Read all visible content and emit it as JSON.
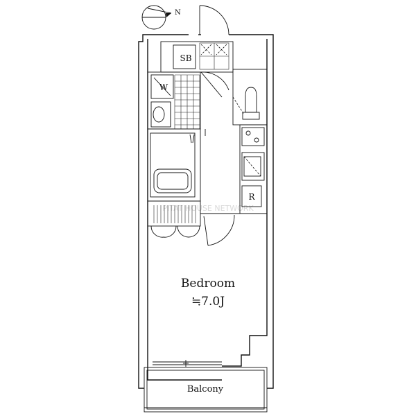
{
  "compass": {
    "north_label": "N",
    "icon": "north-arrow-icon"
  },
  "rooms": {
    "sb": "SB",
    "w": "W",
    "r": "R",
    "bedroom_name": "Bedroom",
    "bedroom_size": "≒7.0J",
    "balcony": "Balcony"
  },
  "watermark": "PITAT HOUSE NETWORK",
  "colors": {
    "line": "#111111",
    "background": "#ffffff",
    "watermark": "#d9d9d9"
  }
}
